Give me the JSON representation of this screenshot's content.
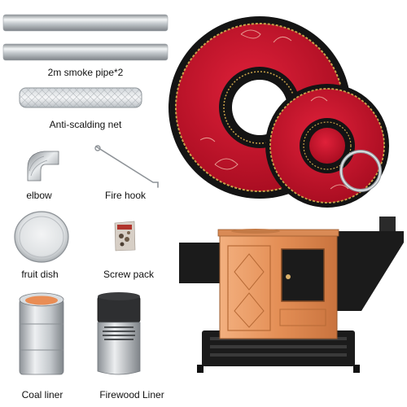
{
  "products": {
    "smoke_pipe": "2m smoke pipe*2",
    "anti_scalding_net": "Anti-scalding net",
    "elbow": "elbow",
    "fire_hook": "Fire hook",
    "fruit_dish": "fruit dish",
    "screw_pack": "Screw pack",
    "coal_liner": "Coal liner",
    "firewood_liner": "Firewood Liner"
  },
  "colors": {
    "plate_red": "#c7102a",
    "plate_black": "#141414",
    "gold": "#c9a24a",
    "stove_copper": "#e7965f",
    "stove_black": "#1b1b1b"
  }
}
